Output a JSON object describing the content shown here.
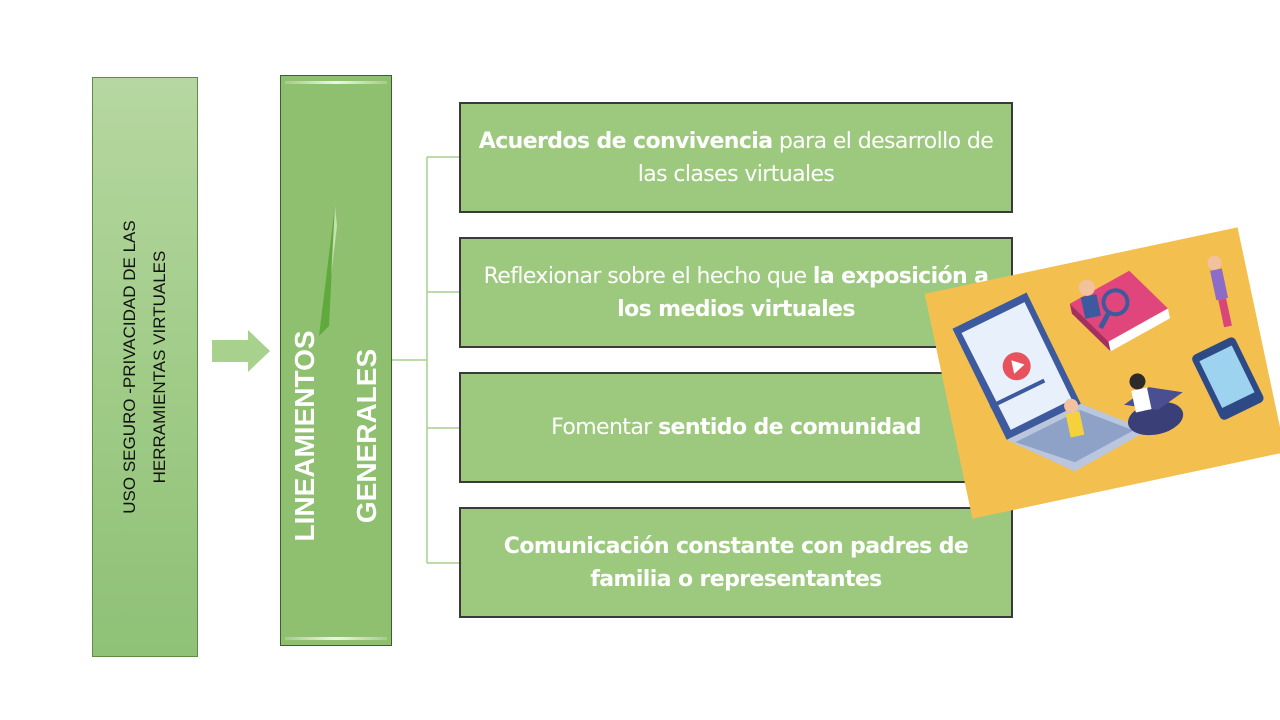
{
  "left_panel": {
    "line1": "USO SEGURO -PRIVACIDAD DE LAS",
    "line2": "HERRAMIENTAS VIRTUALES"
  },
  "heading": {
    "line1": "LINEAMIENTOS",
    "line2": "GENERALES"
  },
  "items": [
    {
      "bold_a": "Acuerdos de convivencia",
      "normal_a": " para el desarrollo de las clases virtuales",
      "bold_b": ""
    },
    {
      "bold_a": "",
      "normal_a": "Reflexionar sobre el hecho que ",
      "bold_b": "la exposición a los medios virtuales"
    },
    {
      "bold_a": "",
      "normal_a": "Fomentar ",
      "bold_b": "sentido de comunidad"
    },
    {
      "bold_a": "Comunicación constante con padres de familia o representantes",
      "normal_a": "",
      "bold_b": ""
    }
  ],
  "colors": {
    "panel_green": "#9fcb86",
    "heading_green": "#8fc06f",
    "box_green": "#9dc97f",
    "connector": "#a7cf8e",
    "illustration_bg": "#f3bf4f"
  },
  "icons": {
    "arrow": "right-arrow-icon",
    "illustration": "online-learning-illustration"
  }
}
